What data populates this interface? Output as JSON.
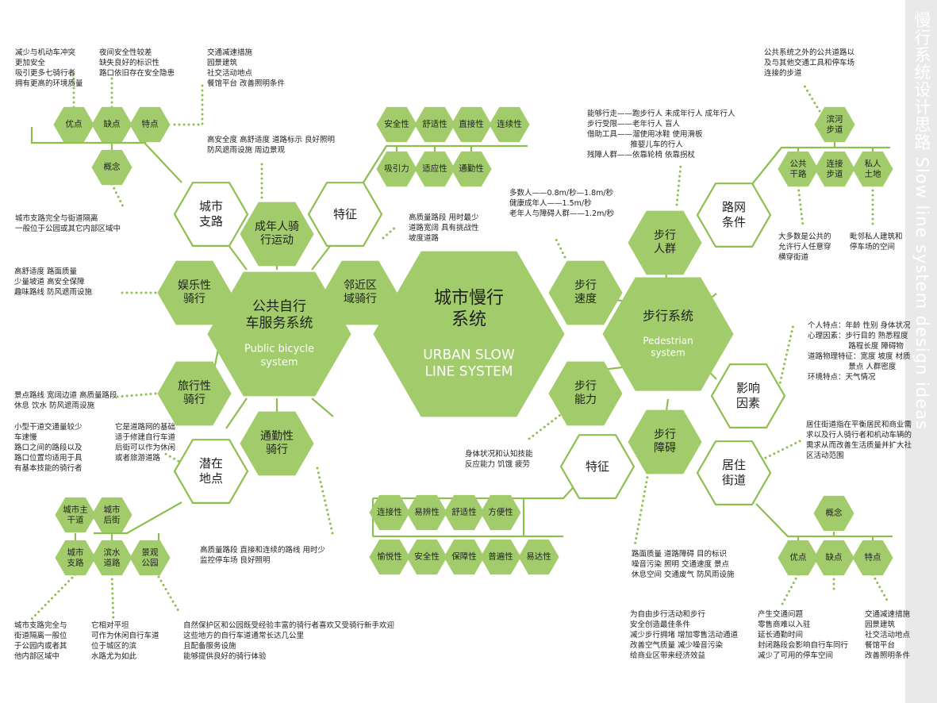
{
  "vertical_title": "慢行系统设计思路  Slow line system design ideas",
  "hexes": {
    "center": {
      "cn": "城市慢行\n系统",
      "en": "URBAN SLOW\nLINE SYSTEM"
    },
    "bike": {
      "cn": "公共自行\n车服务系统",
      "en": "Public bicycle\nsystem"
    },
    "walk": {
      "cn": "步行系统",
      "en": "Pedestrian\nsystem"
    },
    "urban_branch": "城市\n支路",
    "adult": "成年人骑\n行运动",
    "feature_b": "特征",
    "nearby": "邻近区\n域骑行",
    "leisure": "娱乐性\n骑行",
    "travel": "旅行性\n骑行",
    "potential": "潜在\n地点",
    "commute": "通勤性\n骑行",
    "walk_crowd": "步行\n人群",
    "road_net": "路网\n条件",
    "walk_speed": "步行\n速度",
    "walk_ability": "步行\n能力",
    "influence": "影响\n因素",
    "walk_barrier": "步行\n障碍",
    "residential": "居住\n街道",
    "feature_w": "特征"
  },
  "small_hexes": {
    "b_adv": "优点",
    "b_dis": "缺点",
    "b_feat": "特点",
    "b_concept": "概念",
    "safety": "安全性",
    "comfort": "舒适性",
    "directness": "直接性",
    "continuity": "连续性",
    "attraction": "吸引力",
    "adapt": "适应性",
    "commuting": "通勤性",
    "main_road": "城市主\n干道",
    "back_street": "城市\n后街",
    "branch_road": "城市\n支路",
    "waterway": "滨水\n道路",
    "park": "景观\n公园",
    "riverside": "滨河\n步道",
    "public_road": "公共\n干路",
    "connect_walk": "连接\n步道",
    "private_land": "私人\n土地",
    "w_continuity": "连接性",
    "recognize": "易辨性",
    "w_comfort": "舒适性",
    "convenience": "方便性",
    "pleasant": "愉悦性",
    "w_safety": "安全性",
    "guarantee": "保障性",
    "universal": "普遍性",
    "reach": "易达性",
    "r_concept": "概念",
    "r_adv": "优点",
    "r_dis": "缺点",
    "r_feat": "特点"
  },
  "notes": {
    "adv_b": "减少与机动车冲突\n更加安全\n吸引更多七骑行者\n拥有更高的环境质量",
    "dis_b": "夜间安全性较差\n缺失良好的标识性\n路口依旧存在安全隐患",
    "feat_b": "交通减速措施\n园景建筑\n社交活动地点\n餐馆平台 改善照明条件",
    "adult": "高安全度 高舒适度 道路标示 良好照明\n防风遮雨设施 周边景观",
    "concept_b": "城市支路完全与街道隔离\n一般位于公园或其它内部区域中",
    "nearby": "高质量路段 用时最少\n道路宽阔 具有挑战性\n坡度道路",
    "leisure": "高舒适度 路面质量\n少量坡道 高安全保障\n趣味路线 防风遮雨设施",
    "travel": "景点路线 宽阔边道 高质量路段\n休息 饮水 防风遮雨设施",
    "potential_left": "小型干道交通量较少\n车速慢\n路口之间的路段以及\n路口位置均适用于具\n有基本技能的骑行者",
    "potential_right": "它是道路网的基础\n适于修建自行车道\n后街可以作为休闲\n或者旅游道路",
    "commute": "高质量路段 直接和连续的路线 用时少\n监控停车场 良好照明",
    "branch_bottom": "城市支路完全与\n街道隔离一般位\n于公园内或者其\n他内部区域中",
    "waterway": "它相对平坦\n可作为休闲自行车道\n位于城区的滨\n水路尤为如此",
    "park": "自然保护区和公园既受经验丰富的骑行者喜欢又受骑行新手欢迎\n这些地方的自行车道通常长达几公里\n且配备服务设施\n能够提供良好的骑行体验",
    "crowd": "能够行走——跑步行人 未成年行人 成年行人\n步行受限——老年行人 盲人\n借助工具——溜使用冰鞋 使用滑板\n                  推婴儿车的行人\n残障人群——依靠轮椅 依靠拐杖",
    "speed": "多数人——0.8m/秒—1.8m/秒\n健康成年人——1.5m/秒\n老年人与障碍人群——1.2m/秒",
    "road_top": "公共系统之外的公共道路以\n及与其他交通工具和停车场\n连接的步道",
    "public_road": "大多数是公共的\n允许行人任意穿\n横穿街道",
    "private": "毗邻私人建筑和\n停车场的空间",
    "influence": "个人特点：年龄 性别 身体状况\n心理因素：步行目的 熟悉程度\n                 路程长度 障碍物\n道路物理特征：宽度 坡度 材质\n                 景点 人群密度\n环境特点：天气情况",
    "residential": "居住街道指在平衡居民和商业需\n求以及行人骑行者和机动车辆的\n需求从而改善生活质量并扩大社\n区活动范围",
    "ability": "身体状况和认知技能\n反应能力 饥饿 疲劳",
    "barrier": "路面质量 道路障碍 目的标识\n噪音污染 照明 交通速度 景点\n休息空间 交通废气 防风雨设施",
    "adv_r": "为自由步行活动和步行\n安全创造最佳条件\n减少步行拥堵 增加零售活动通道\n改善空气质量 减少噪音污染\n给商业区带来经济效益",
    "dis_r": "产生交通问题\n零售商难以入驻\n延长通勤时间\n封闭路段会影响自行车同行\n减少了可用的停车空间",
    "feat_r": "交通减速措施\n园景建筑\n社交活动地点\n餐馆平台\n改善照明条件"
  },
  "colors": {
    "fill": "#a2cc6b",
    "outline": "#8cbf4f",
    "line": "#8cbf4f",
    "dot": "#8cbf4f",
    "white": "#ffffff",
    "sidebar": "#e9e9e9"
  }
}
